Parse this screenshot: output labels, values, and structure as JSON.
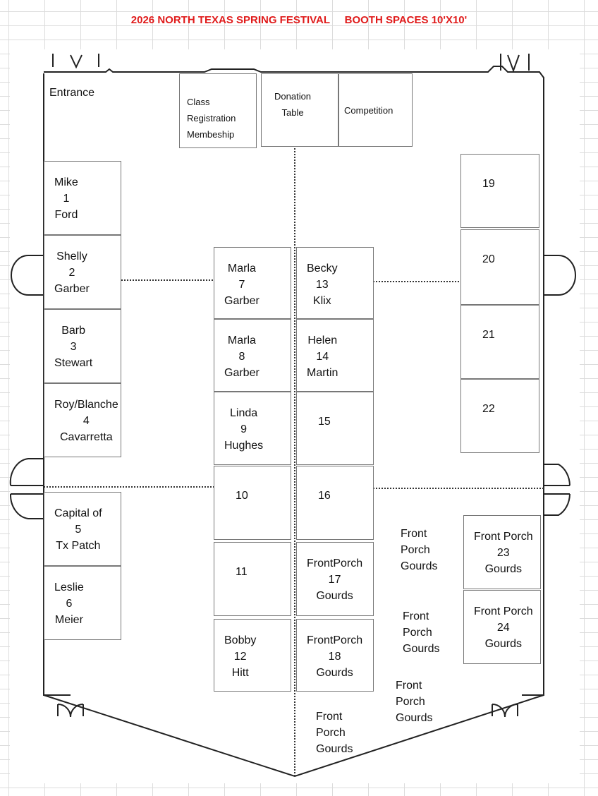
{
  "title": "2026 NORTH TEXAS SPRING FESTIVAL     BOOTH SPACES 10'X10'",
  "entrance": "Entrance",
  "top_booths": [
    {
      "lines": [
        "Class",
        "Registration",
        "Membeship"
      ]
    },
    {
      "lines": [
        "Donation",
        "Table"
      ]
    },
    {
      "lines": [
        "Competition"
      ]
    }
  ],
  "booths": [
    {
      "lines": [
        "Mike",
        "1",
        "Ford"
      ]
    },
    {
      "lines": [
        "Shelly",
        "2",
        "Garber"
      ]
    },
    {
      "lines": [
        "Barb",
        "3",
        "Stewart"
      ]
    },
    {
      "lines": [
        "Roy/Blanche",
        "4",
        "Cavarretta"
      ]
    },
    {
      "lines": [
        "Capital of",
        "5",
        "Tx Patch"
      ]
    },
    {
      "lines": [
        "Leslie",
        "6",
        "Meier"
      ]
    },
    {
      "lines": [
        "Marla",
        "7",
        "Garber"
      ]
    },
    {
      "lines": [
        "Marla",
        "8",
        "Garber"
      ]
    },
    {
      "lines": [
        "Linda",
        "9",
        "Hughes"
      ]
    },
    {
      "lines": [
        "10"
      ]
    },
    {
      "lines": [
        "11"
      ]
    },
    {
      "lines": [
        "Bobby",
        "12",
        "Hitt"
      ]
    },
    {
      "lines": [
        "Becky",
        "13",
        "Klix"
      ]
    },
    {
      "lines": [
        "Helen",
        "14",
        "Martin"
      ]
    },
    {
      "lines": [
        "15"
      ]
    },
    {
      "lines": [
        "16"
      ]
    },
    {
      "lines": [
        "FrontPorch",
        "17",
        "Gourds"
      ]
    },
    {
      "lines": [
        "FrontPorch",
        "18",
        "Gourds"
      ]
    },
    {
      "lines": [
        "19"
      ]
    },
    {
      "lines": [
        "20"
      ]
    },
    {
      "lines": [
        "21"
      ]
    },
    {
      "lines": [
        "22"
      ]
    },
    {
      "lines": [
        "Front Porch",
        "23",
        "Gourds"
      ]
    },
    {
      "lines": [
        "Front Porch",
        "24",
        "Gourds"
      ]
    }
  ],
  "floating": [
    {
      "lines": [
        "Front",
        "Porch",
        "Gourds"
      ]
    },
    {
      "lines": [
        "Front",
        "Porch",
        "Gourds"
      ]
    },
    {
      "lines": [
        "Front",
        "Porch",
        "Gourds"
      ]
    },
    {
      "lines": [
        "Front",
        "Porch",
        "Gourds"
      ]
    }
  ]
}
